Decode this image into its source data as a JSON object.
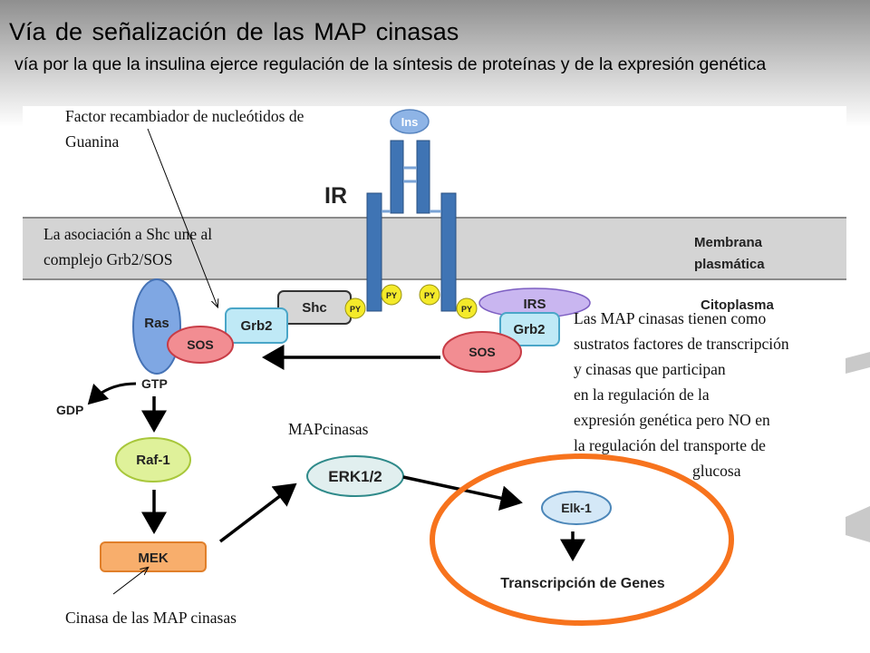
{
  "header": {
    "title": "Vía de señalización de las MAP cinasas",
    "subtitle": "vía por la que la insulina ejerce regulación de la síntesis de proteínas y de la expresión genética"
  },
  "diagram": {
    "insulin_label": "Ins",
    "receptor_label": "IR",
    "membrane_label_1": "Membrana",
    "membrane_label_2": "plasmática",
    "cytoplasm_label": "Citoplasma",
    "shc_label": "Shc",
    "py_label": "PY",
    "irs_label": "IRS",
    "grb2_label": "Grb2",
    "sos_label": "SOS",
    "ras_label": "Ras",
    "gtp_label": "GTP",
    "gdp_label": "GDP",
    "raf_label": "Raf-1",
    "mek_label": "MEK",
    "erk_label": "ERK1/2",
    "elk_label": "Elk-1",
    "transcription_label": "Transcripción de Genes"
  },
  "annotations": {
    "gef_line1": "Factor recambiador de nucleótidos de",
    "gef_line2": "Guanina",
    "shc_line1": "La asociación a Shc une al",
    "shc_line2": "complejo Grb2/SOS",
    "mapk_label": "MAPcinasas",
    "mek_note": "Cinasa de las MAP cinasas",
    "right_note_lines": [
      "Las MAP cinasas tienen como",
      "sustratos factores de transcripción",
      "y  cinasas que participan",
      "en la regulación de la",
      "expresión genética  pero NO en",
      "la regulación del transporte de",
      "glucosa"
    ]
  },
  "colors": {
    "receptor_blue": "#3f74b4",
    "membrane_gray": "#d4d4d4",
    "ras_blue": "#7fa7e3",
    "sos_red": "#f28d92",
    "grb2_cyan": "#bfe9f6",
    "py_yellow": "#f4ea2a",
    "raf_green": "#dff19a",
    "mek_orange": "#f8ae6c",
    "erk_light": "#e1efef",
    "elk_light": "#d4e8f7",
    "irs_purple": "#c9b6f0",
    "nucleus_orange": "#f7731d"
  }
}
